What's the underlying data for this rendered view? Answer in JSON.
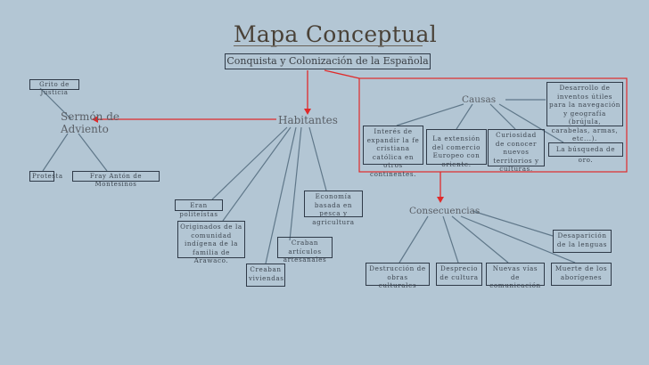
{
  "title": "Mapa Conceptual",
  "subtitle": "Conquista y Colonización de la Española",
  "habitantes": {
    "label": "Habitantes",
    "items": [
      "Eran politeístas",
      "Originados de la comunidad indígena de la familia de Arawaco.",
      "Creaban viviendas",
      "Craban artículos artesanales",
      "Economía basada en pesca y agricultura"
    ]
  },
  "sermon": {
    "label": "Sermón de Adviento",
    "items": [
      "Grito de Justicia",
      "Protesta",
      "Fray Antón de Montesinos"
    ]
  },
  "causas": {
    "label": "Causas",
    "items": [
      "Interés de expandir la fe cristiana católica en otros continentes.",
      "La extensión del comercio Europeo con oriente.",
      "Curiosidad de conocer nuevos territorios y culturas.",
      "La búsqueda de oro.",
      "Desarrollo de inventos útiles para la navegación y geografía (brújula, carabelas, armas, etc...)."
    ]
  },
  "consecuencias": {
    "label": "Consecuencias",
    "items": [
      "Destrucción de obras culturales",
      "Desprecio de cultura",
      "Nuevas vías de comunicación",
      "Muerte de los aborígenes",
      "Desaparición de la lenguas"
    ]
  },
  "colors": {
    "background": "#b3c6d4",
    "connector": "#5f7789",
    "highlight": "#e02a2a",
    "box_border": "#2f3a48"
  }
}
